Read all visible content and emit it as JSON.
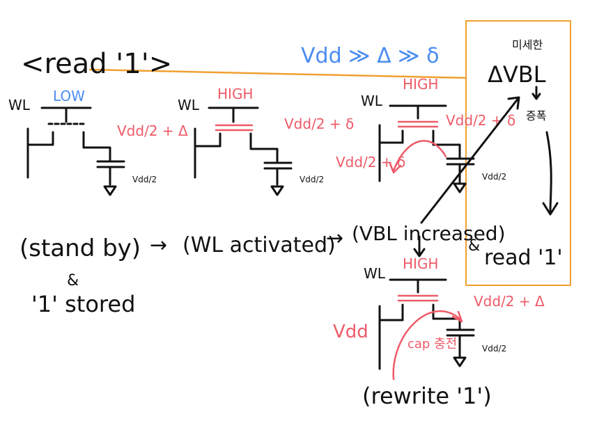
{
  "colors": {
    "ink": "#111111",
    "red": "#ee5a68",
    "blue": "#4a8cf0",
    "orange": "#f0a030"
  },
  "title": "<read '1'>",
  "relation": "Vdd ≫ Δ ≫ δ",
  "circuits": [
    {
      "wl": "WL",
      "state": "LOW",
      "bitline": "Vdd/2 + Δ",
      "cap": "Vdd/2"
    },
    {
      "wl": "WL",
      "state": "HIGH",
      "bitline": "Vdd/2 + δ",
      "cap": "Vdd/2"
    },
    {
      "wl": "WL",
      "state": "HIGH",
      "bitline": "Vdd/2 + δ",
      "cap": "Vdd/2",
      "extra": "Vdd/2 + δ"
    },
    {
      "wl": "WL",
      "state": "HIGH",
      "bitline": "Vdd/2 + Δ",
      "cap": "Vdd/2",
      "supply": "Vdd",
      "charge": "cap 충전"
    }
  ],
  "sequence": {
    "step1": "(stand by)",
    "arrow1": "→",
    "step2": "(WL activated)",
    "arrow2": "→",
    "step3": "(VBL increased)",
    "note_and": "&",
    "note_stored": "'1' stored",
    "rewrite": "(rewrite '1')",
    "and2": "&",
    "read": "read '1'"
  },
  "sidebox": {
    "heading": "미세한",
    "delta_vbl": "ΔVBL",
    "amplify": "증폭"
  }
}
